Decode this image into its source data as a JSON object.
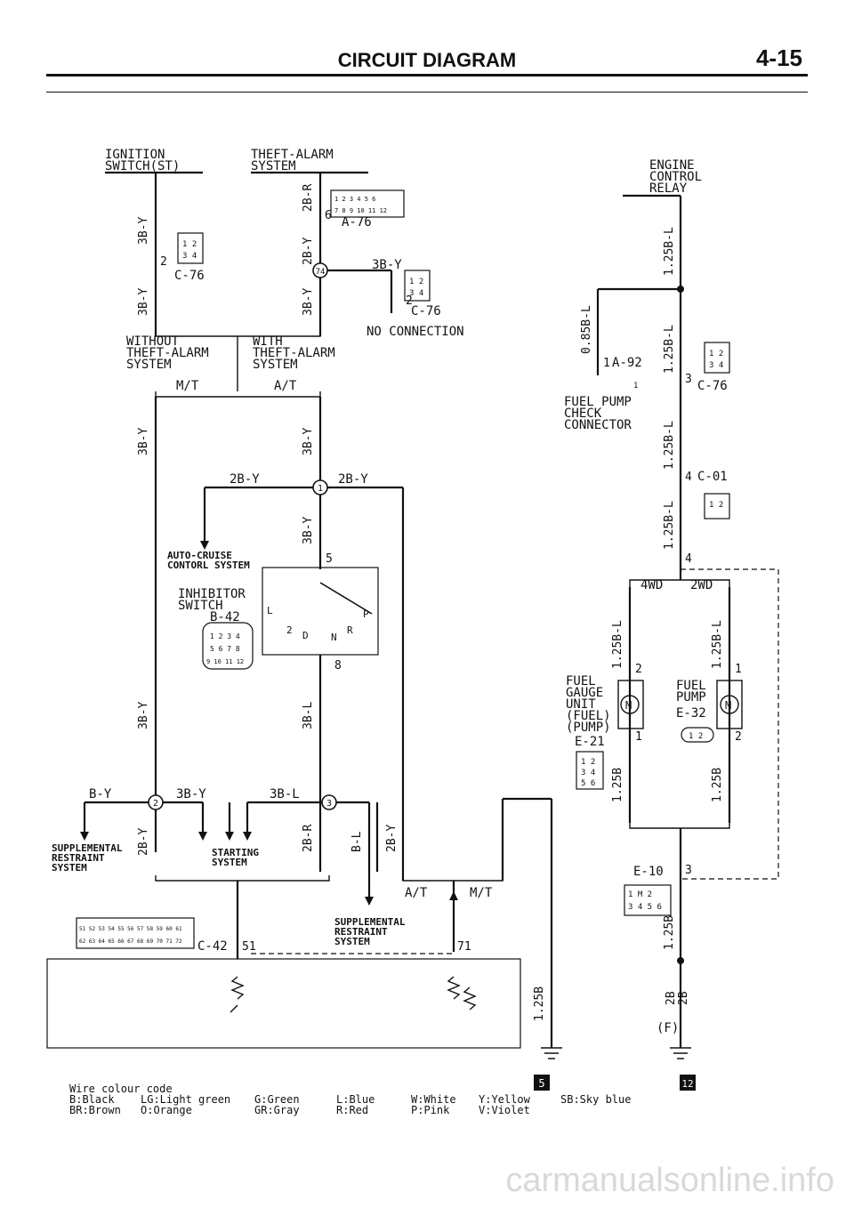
{
  "header": {
    "title": "CIRCUIT DIAGRAM",
    "page_number": "4-15"
  },
  "labels": {
    "ignition_line1": "IGNITION",
    "ignition_line2": "SWITCH(ST)",
    "theft_line1": "THEFT-ALARM",
    "theft_line2": "SYSTEM",
    "engine_line1": "ENGINE",
    "engine_line2": "CONTROL",
    "engine_line3": "RELAY",
    "without_line1": "WITHOUT",
    "without_line2": "THEFT-ALARM",
    "without_line3": "SYSTEM",
    "with_line1": "WITH",
    "with_line2": "THEFT-ALARM",
    "with_line3": "SYSTEM",
    "mt": "M/T",
    "at": "A/T",
    "no_connection": "NO CONNECTION",
    "autocruise_line1": "AUTO-CRUISE",
    "autocruise_line2": "CONTORL SYSTEM",
    "inhibitor_line1": "INHIBITOR",
    "inhibitor_line2": "SWITCH",
    "inhibitor_conn": "B-42",
    "srs_left_line1": "SUPPLEMENTAL",
    "srs_left_line2": "RESTRAINT",
    "srs_left_line3": "SYSTEM",
    "starting_line1": "STARTING",
    "starting_line2": "SYSTEM",
    "srs_mid_line1": "SUPPLEMENTAL",
    "srs_mid_line2": "RESTRAINT",
    "srs_mid_line3": "SYSTEM",
    "fuel_pump_check_line1": "FUEL PUMP",
    "fuel_pump_check_line2": "CHECK",
    "fuel_pump_check_line3": "CONNECTOR",
    "fuel_gauge_line1": "FUEL",
    "fuel_gauge_line2": "GAUGE",
    "fuel_gauge_line3": "UNIT",
    "fuel_gauge_line4": "(FUEL)",
    "fuel_gauge_line5": "(PUMP)",
    "fuel_gauge_conn": "E-21",
    "fuel_pump_line1": "FUEL",
    "fuel_pump_line2": "PUMP",
    "fuel_pump_conn": "E-32",
    "wd4": "4WD",
    "wd2": "2WD",
    "e10": "E-10",
    "c42": "C-42",
    "a76": "A-76",
    "c76": "C-76",
    "a92": "A-92",
    "c01": "C-01",
    "at2": "A/T",
    "mt2": "M/T",
    "motor_m": "M",
    "ground_f": "(F)"
  },
  "wires": {
    "w3by": "3B-Y",
    "w2by": "2B-Y",
    "w2br": "2B-R",
    "w3bl": "3B-L",
    "wby": "B-Y",
    "wbl": "B-L",
    "w065bl": "0.85B-L",
    "w125bl": "1.25B-L",
    "w125b": "1.25B",
    "w2b": "2B"
  },
  "pins": {
    "p1": "1",
    "p2": "2",
    "p3": "3",
    "p4": "4",
    "p5": "5",
    "p6": "6",
    "p8": "8",
    "p51": "51",
    "p71": "71",
    "inh_l": "L",
    "inh_2": "2",
    "inh_d": "D",
    "inh_n": "N",
    "inh_r": "R",
    "inh_p": "P",
    "junction_74": "74"
  },
  "junctions": {
    "j1": "1",
    "j2": "2",
    "j3": "3"
  },
  "connector_cells": {
    "c76_row1": "1 2",
    "c76_row2": "3 4",
    "a76_row1": "1 2 3 4 5 6",
    "a76_row2": "7 8 9 10 11 12",
    "c42_row1": "51 52 53 54 55 56 57 58 59 60 61",
    "c42_row2": "62 63 64 65 66 67 68 69 70 71 72",
    "b42_row1": "1 2 3 4",
    "b42_row2": "5 6 7 8",
    "b42_row3": "9 10 11 12",
    "e10_row1": "1 M 2",
    "e10_row2": "3 4 5 6",
    "e21_row1": "1 2",
    "e21_row2": "3 4",
    "e21_row3": "5 6",
    "e32": "1 2",
    "a92": "1"
  },
  "ground_markers": {
    "g5": "5",
    "g12": "12"
  },
  "legend": {
    "heading": "Wire colour code",
    "items": [
      "B:Black",
      "LG:Light green",
      "G:Green",
      "L:Blue",
      "W:White",
      "Y:Yellow",
      "SB:Sky blue",
      "BR:Brown",
      "O:Orange",
      "GR:Gray",
      "R:Red",
      "P:Pink",
      "V:Violet"
    ]
  },
  "watermark": "carmanualsonline.info"
}
